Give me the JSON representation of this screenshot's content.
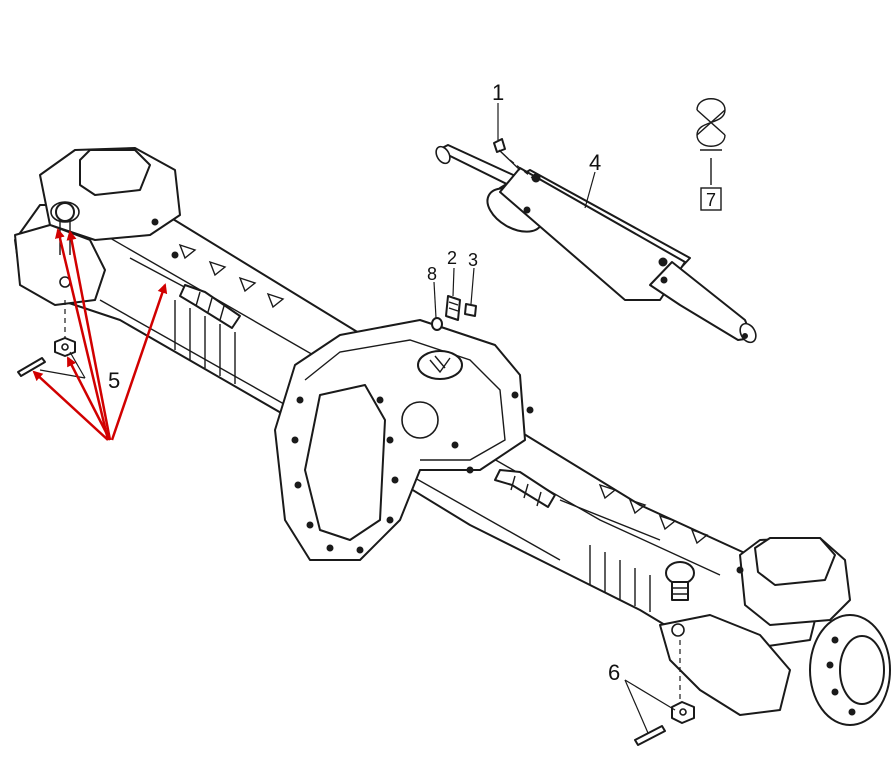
{
  "callouts": {
    "c1": "1",
    "c2": "2",
    "c3": "3",
    "c4": "4",
    "c5": "5",
    "c6": "6",
    "c7": "7",
    "c8": "8"
  },
  "colors": {
    "line": "#1a1a1a",
    "highlight_arrow": "#d10000",
    "background": "#ffffff"
  }
}
